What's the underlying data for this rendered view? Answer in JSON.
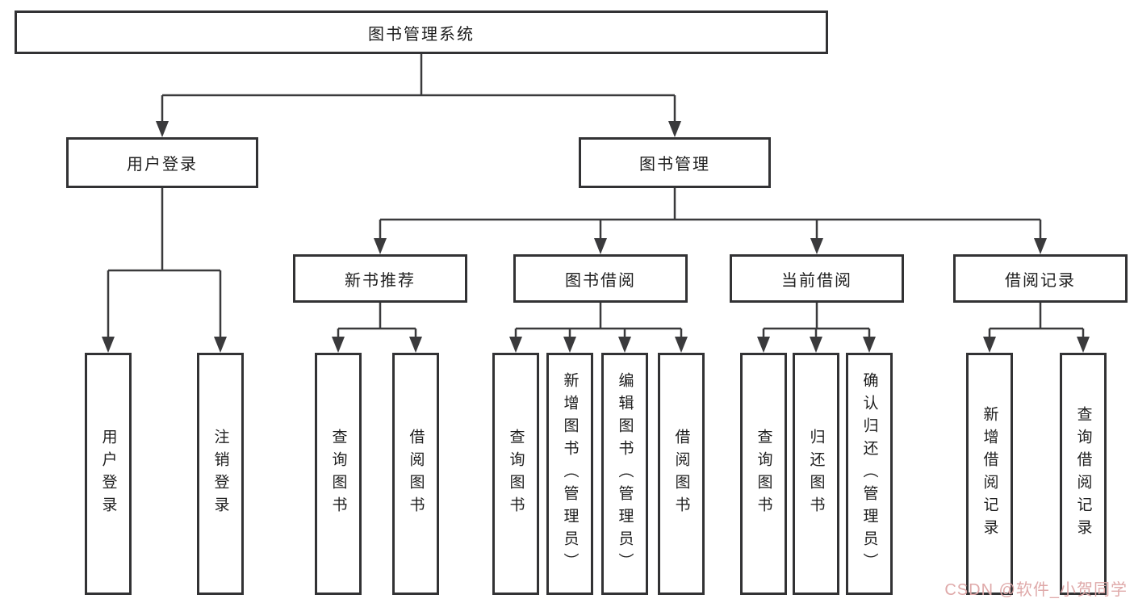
{
  "colors": {
    "line": "#3a3a3c",
    "box_border": "#323234",
    "text": "#1e1e1e",
    "watermark": "#dfa9a9",
    "background": "#ffffff"
  },
  "watermark": {
    "text": "CSDN @软件_小贺同学"
  },
  "tree": {
    "label": "图书管理系统",
    "children": [
      {
        "label": "用户登录",
        "children": [
          {
            "label": "用户登录"
          },
          {
            "label": "注销登录"
          }
        ]
      },
      {
        "label": "图书管理",
        "children": [
          {
            "label": "新书推荐",
            "children": [
              {
                "label": "查询图书"
              },
              {
                "label": "借阅图书"
              }
            ]
          },
          {
            "label": "图书借阅",
            "children": [
              {
                "label": "查询图书"
              },
              {
                "label": "新增图书（管理员）"
              },
              {
                "label": "编辑图书（管理员）"
              },
              {
                "label": "借阅图书"
              }
            ]
          },
          {
            "label": "当前借阅",
            "children": [
              {
                "label": "查询图书"
              },
              {
                "label": "归还图书"
              },
              {
                "label": "确认归还（管理员）"
              }
            ]
          },
          {
            "label": "借阅记录",
            "children": [
              {
                "label": "新增借阅记录"
              },
              {
                "label": "查询借阅记录"
              }
            ]
          }
        ]
      }
    ]
  }
}
